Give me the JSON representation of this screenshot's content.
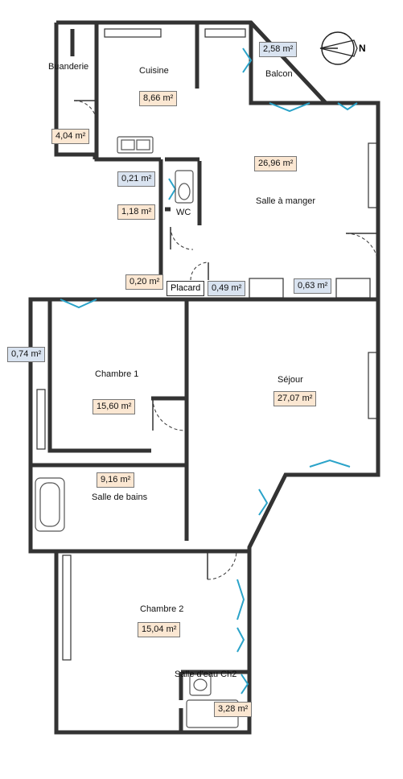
{
  "rooms": {
    "buanderie": "Buanderie",
    "cuisine": "Cuisine",
    "balcon": "Balcon",
    "salle_a_manger": "Salle à manger",
    "wc": "WC",
    "placard": "Placard",
    "chambre1": "Chambre 1",
    "sejour": "Séjour",
    "salle_de_bains": "Salle de bains",
    "chambre2": "Chambre 2",
    "salle_deau": "Salle d'eau Ch2"
  },
  "areas": {
    "balcon": "2,58 m²",
    "cuisine": "8,66 m²",
    "buanderie": "4,04 m²",
    "salle_a_manger": "26,96 m²",
    "small_021": "0,21 m²",
    "wc": "1,18 m²",
    "small_020": "0,20 m²",
    "small_049": "0,49 m²",
    "small_063": "0,63 m²",
    "small_074": "0,74 m²",
    "chambre1": "15,60 m²",
    "sejour": "27,07 m²",
    "salle_de_bains": "9,16 m²",
    "chambre2": "15,04 m²",
    "salle_deau": "3,28 m²"
  },
  "compass": {
    "letter": "N",
    "icon": "compass-icon"
  },
  "colors": {
    "wall": "#333333",
    "window": "#2aa3c9",
    "area_warm": "#fbe7d2",
    "area_cool": "#d9e3f0"
  }
}
